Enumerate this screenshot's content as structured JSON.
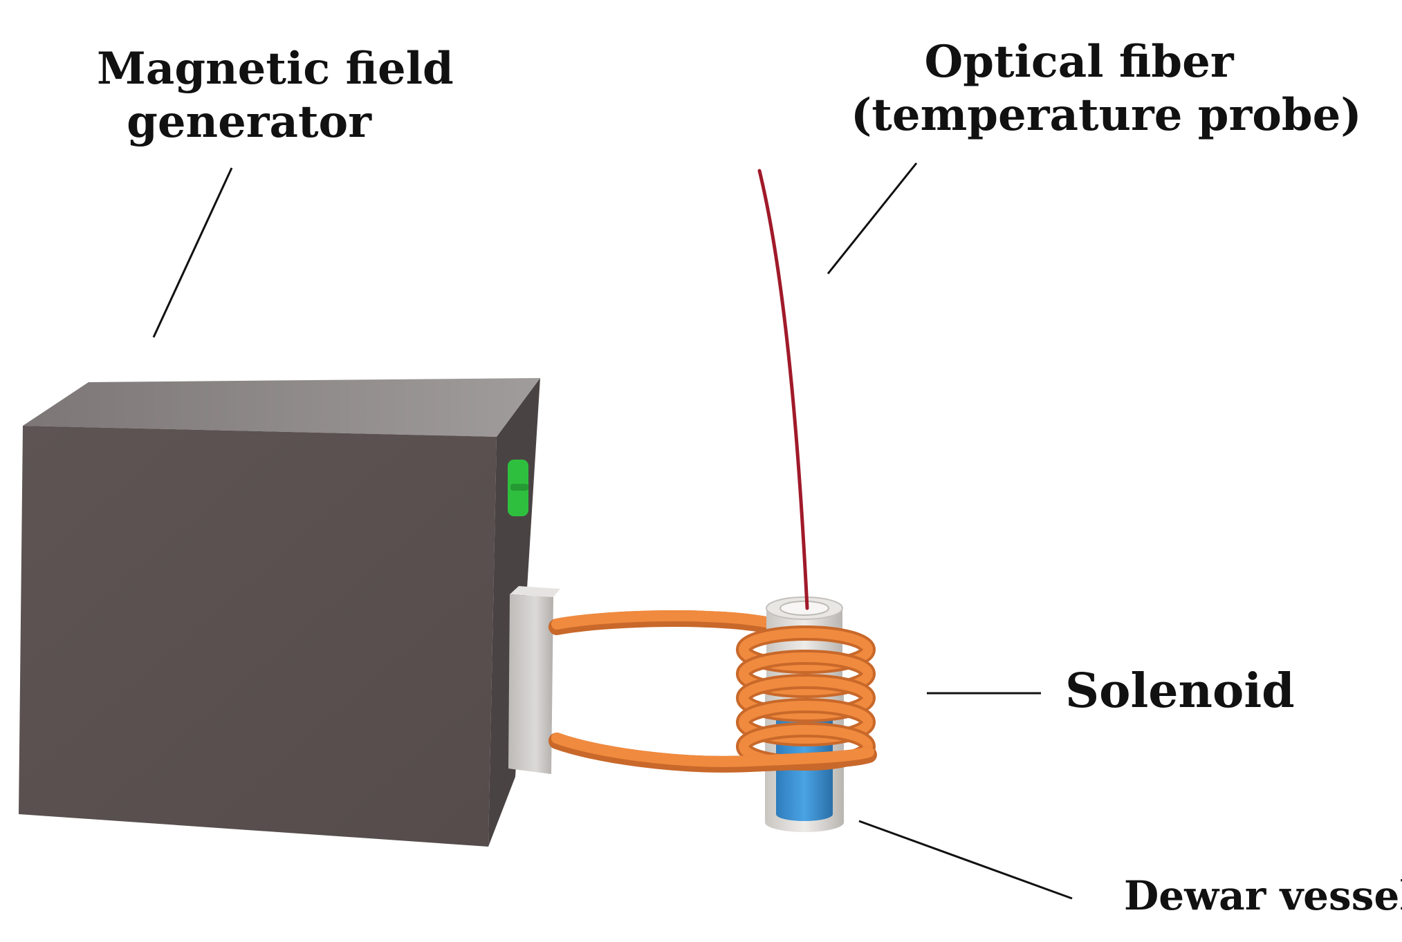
{
  "labels": {
    "generator_line1": "Magnetic field",
    "generator_line2": "generator",
    "fiber_line1": "Optical fiber",
    "fiber_line2": "(temperature probe)",
    "solenoid": "Solenoid",
    "dewar": "Dewar vessel"
  },
  "colors": {
    "box_front": "#5a5150",
    "box_top": "#8d8888",
    "box_side": "#4a4343",
    "switch": "#2fbf3f",
    "connector": "#d4d2d0",
    "copper": "#f08a3e",
    "copper_shadow": "#c8682a",
    "fiber": "#a01a2a",
    "dewar_wall": "#d9d6d2",
    "dewar_liquid": "#3a8fd0",
    "leader": "#111111"
  }
}
